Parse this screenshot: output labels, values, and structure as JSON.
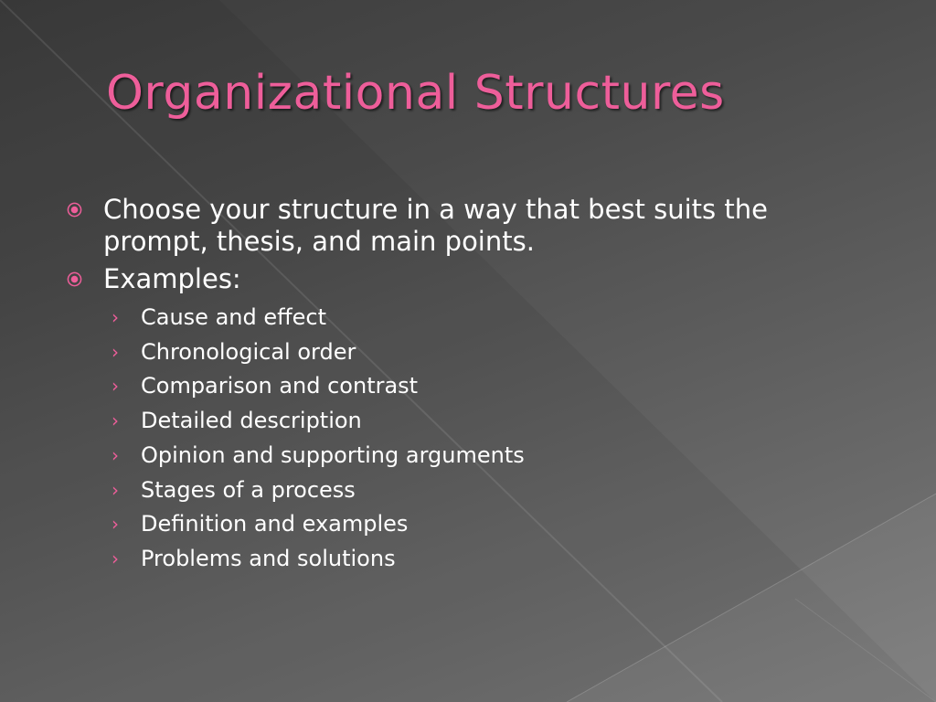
{
  "slide": {
    "title": "Organizational Structures",
    "accent_color": "#ee5e9a",
    "bullets": [
      {
        "text": "Choose your structure in a way that best suits the prompt, thesis, and main points.",
        "icon": "target-bullet-icon"
      },
      {
        "text": "Examples:",
        "icon": "target-bullet-icon"
      }
    ],
    "sub_marker": "›",
    "sub_items": [
      "Cause and effect",
      "Chronological order",
      "Comparison and contrast",
      "Detailed description",
      "Opinion and supporting arguments",
      "Stages of a process",
      "Definition and examples",
      "Problems and solutions"
    ]
  }
}
